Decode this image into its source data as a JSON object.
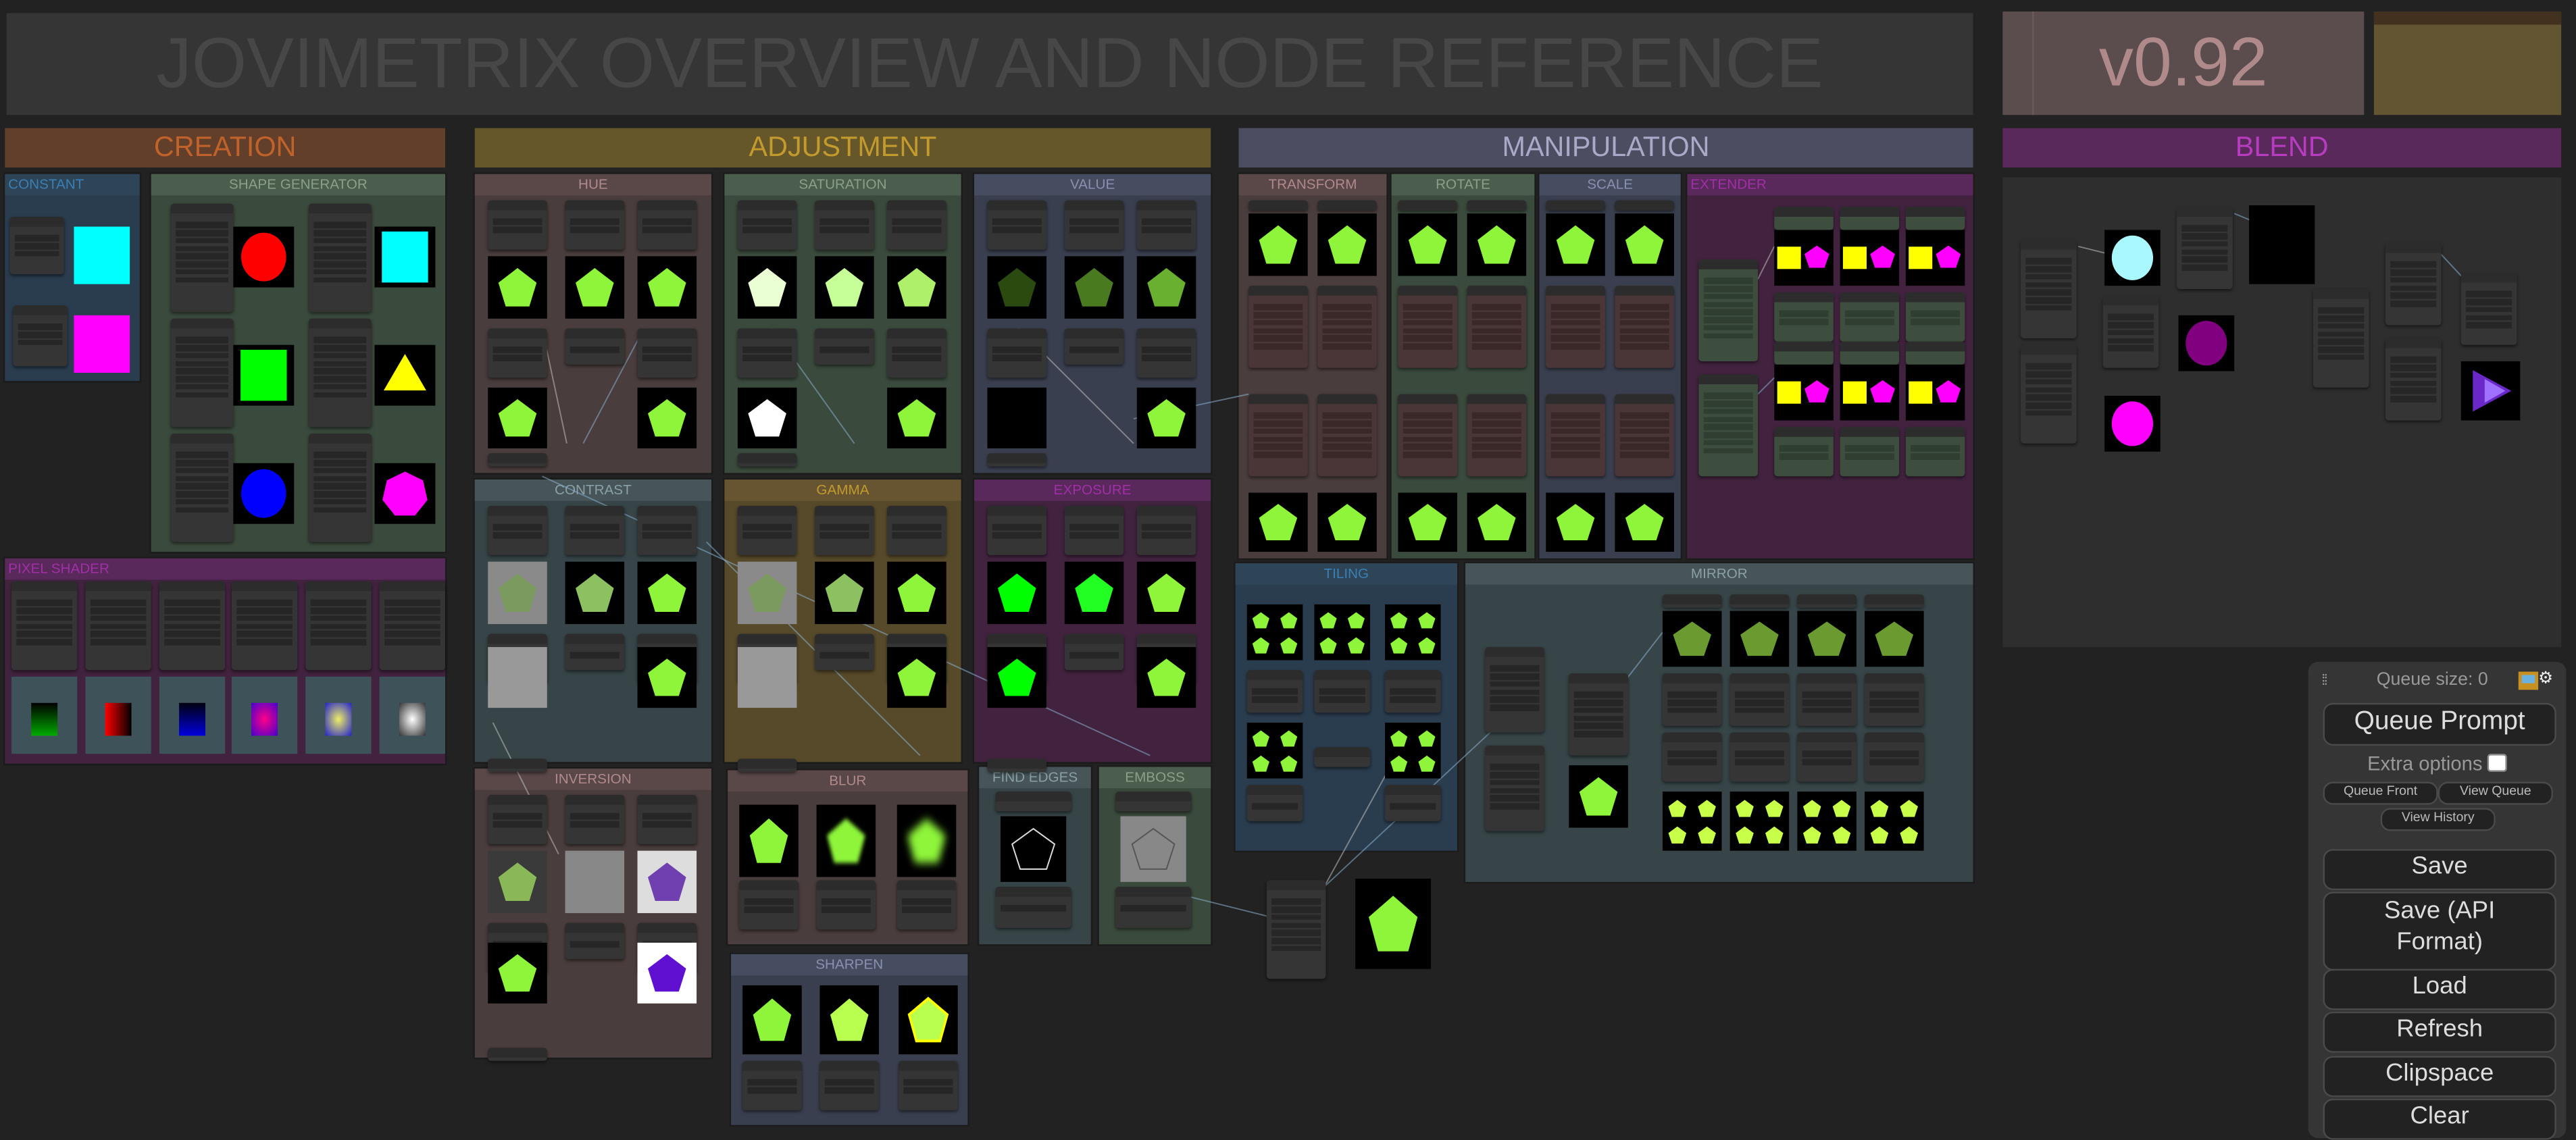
{
  "header": {
    "title": "JOVIMETRIX OVERVIEW AND NODE REFERENCE",
    "version": "v0.92"
  },
  "categories": {
    "creation": "CREATION",
    "adjustment": "ADJUSTMENT",
    "manipulation": "MANIPULATION",
    "blend": "BLEND"
  },
  "groups": {
    "constant": "CONSTANT",
    "shape_generator": "SHAPE GENERATOR",
    "pixel_shader": "PIXEL SHADER",
    "hue": "HUE",
    "saturation": "SATURATION",
    "value": "VALUE",
    "contrast": "CONTRAST",
    "gamma": "GAMMA",
    "exposure": "EXPOSURE",
    "inversion": "INVERSION",
    "blur": "BLUR",
    "sharpen": "SHARPEN",
    "find_edges": "FIND EDGES",
    "emboss": "EMBOSS",
    "transform": "TRANSFORM",
    "rotate": "ROTATE",
    "scale": "SCALE",
    "extender": "EXTENDER",
    "tiling": "TILING",
    "mirror": "MIRROR"
  },
  "panel": {
    "queue_size": "Queue size: 0",
    "queue_prompt": "Queue Prompt",
    "extra_options": "Extra options",
    "queue_front": "Queue Front",
    "view_queue": "View Queue",
    "view_history": "View History",
    "save": "Save",
    "save_api": "Save (API Format)",
    "load": "Load",
    "refresh": "Refresh",
    "clipspace": "Clipspace",
    "clear": "Clear"
  },
  "colors": {
    "lime": "#8ef53a",
    "cyan": "#00ffff",
    "magenta": "#ff00ff",
    "red": "#ff0000",
    "green": "#00ff00",
    "blue": "#0000ff",
    "yellow": "#ffff00",
    "purple": "#7030c0"
  }
}
